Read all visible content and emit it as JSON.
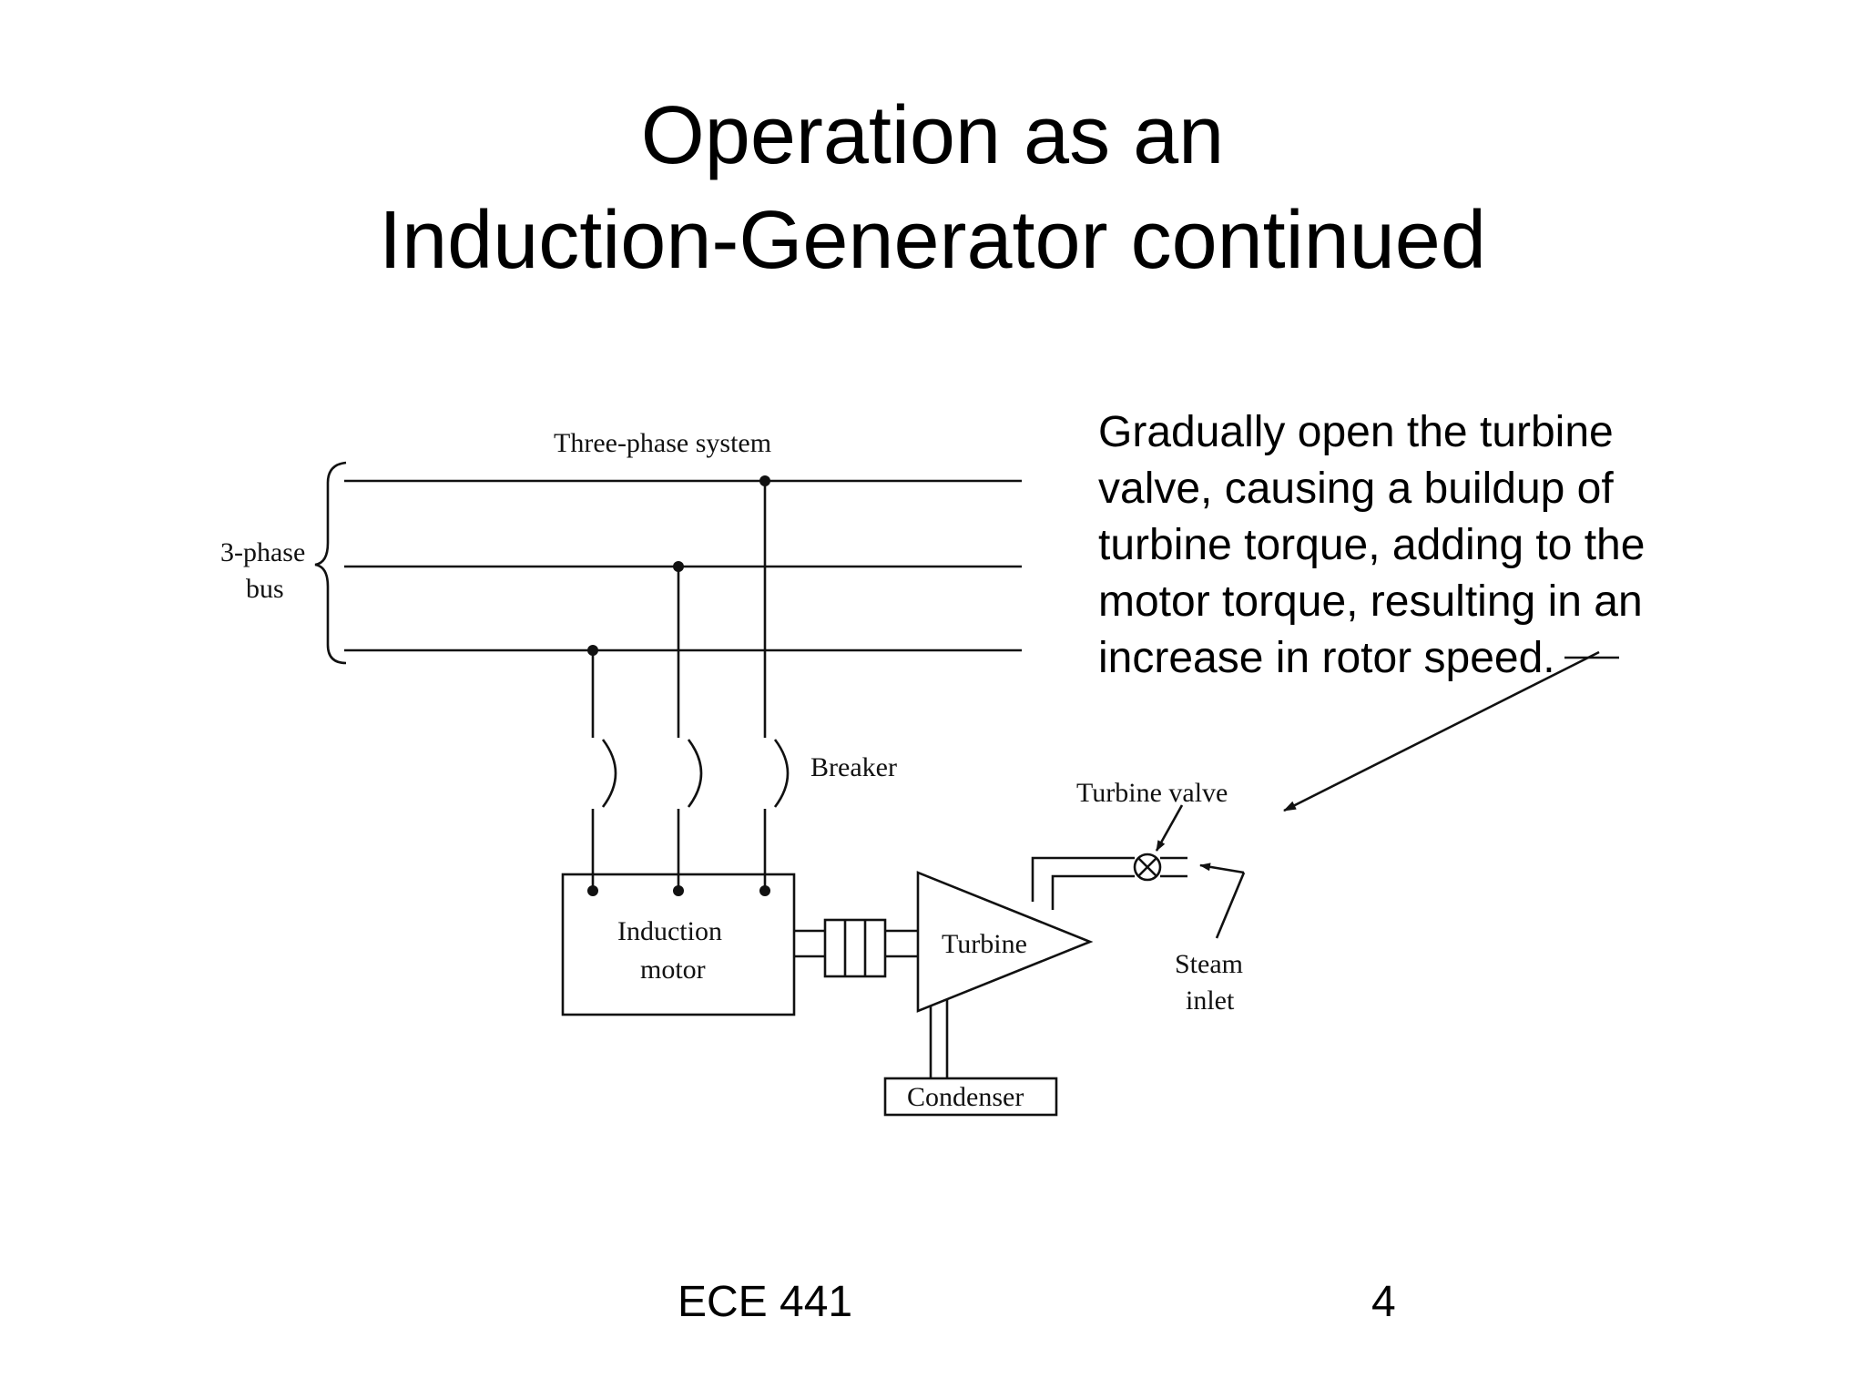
{
  "slide": {
    "title_line1": "Operation as an",
    "title_line2": "Induction-Generator continued",
    "note": "Gradually open the turbine\nvalve, causing a buildup of\nturbine torque, adding to the\nmotor torque, resulting in an\nincrease in rotor speed.",
    "footer_course": "ECE 441",
    "footer_page": "4"
  },
  "diagram": {
    "three_phase_system": "Three-phase system",
    "bus_label_line1": "3-phase",
    "bus_label_line2": "bus",
    "breaker": "Breaker",
    "motor_line1": "Induction",
    "motor_line2": "motor",
    "turbine": "Turbine",
    "condenser": "Condenser",
    "turbine_valve": "Turbine valve",
    "steam_line1": "Steam",
    "steam_line2": "inlet"
  }
}
